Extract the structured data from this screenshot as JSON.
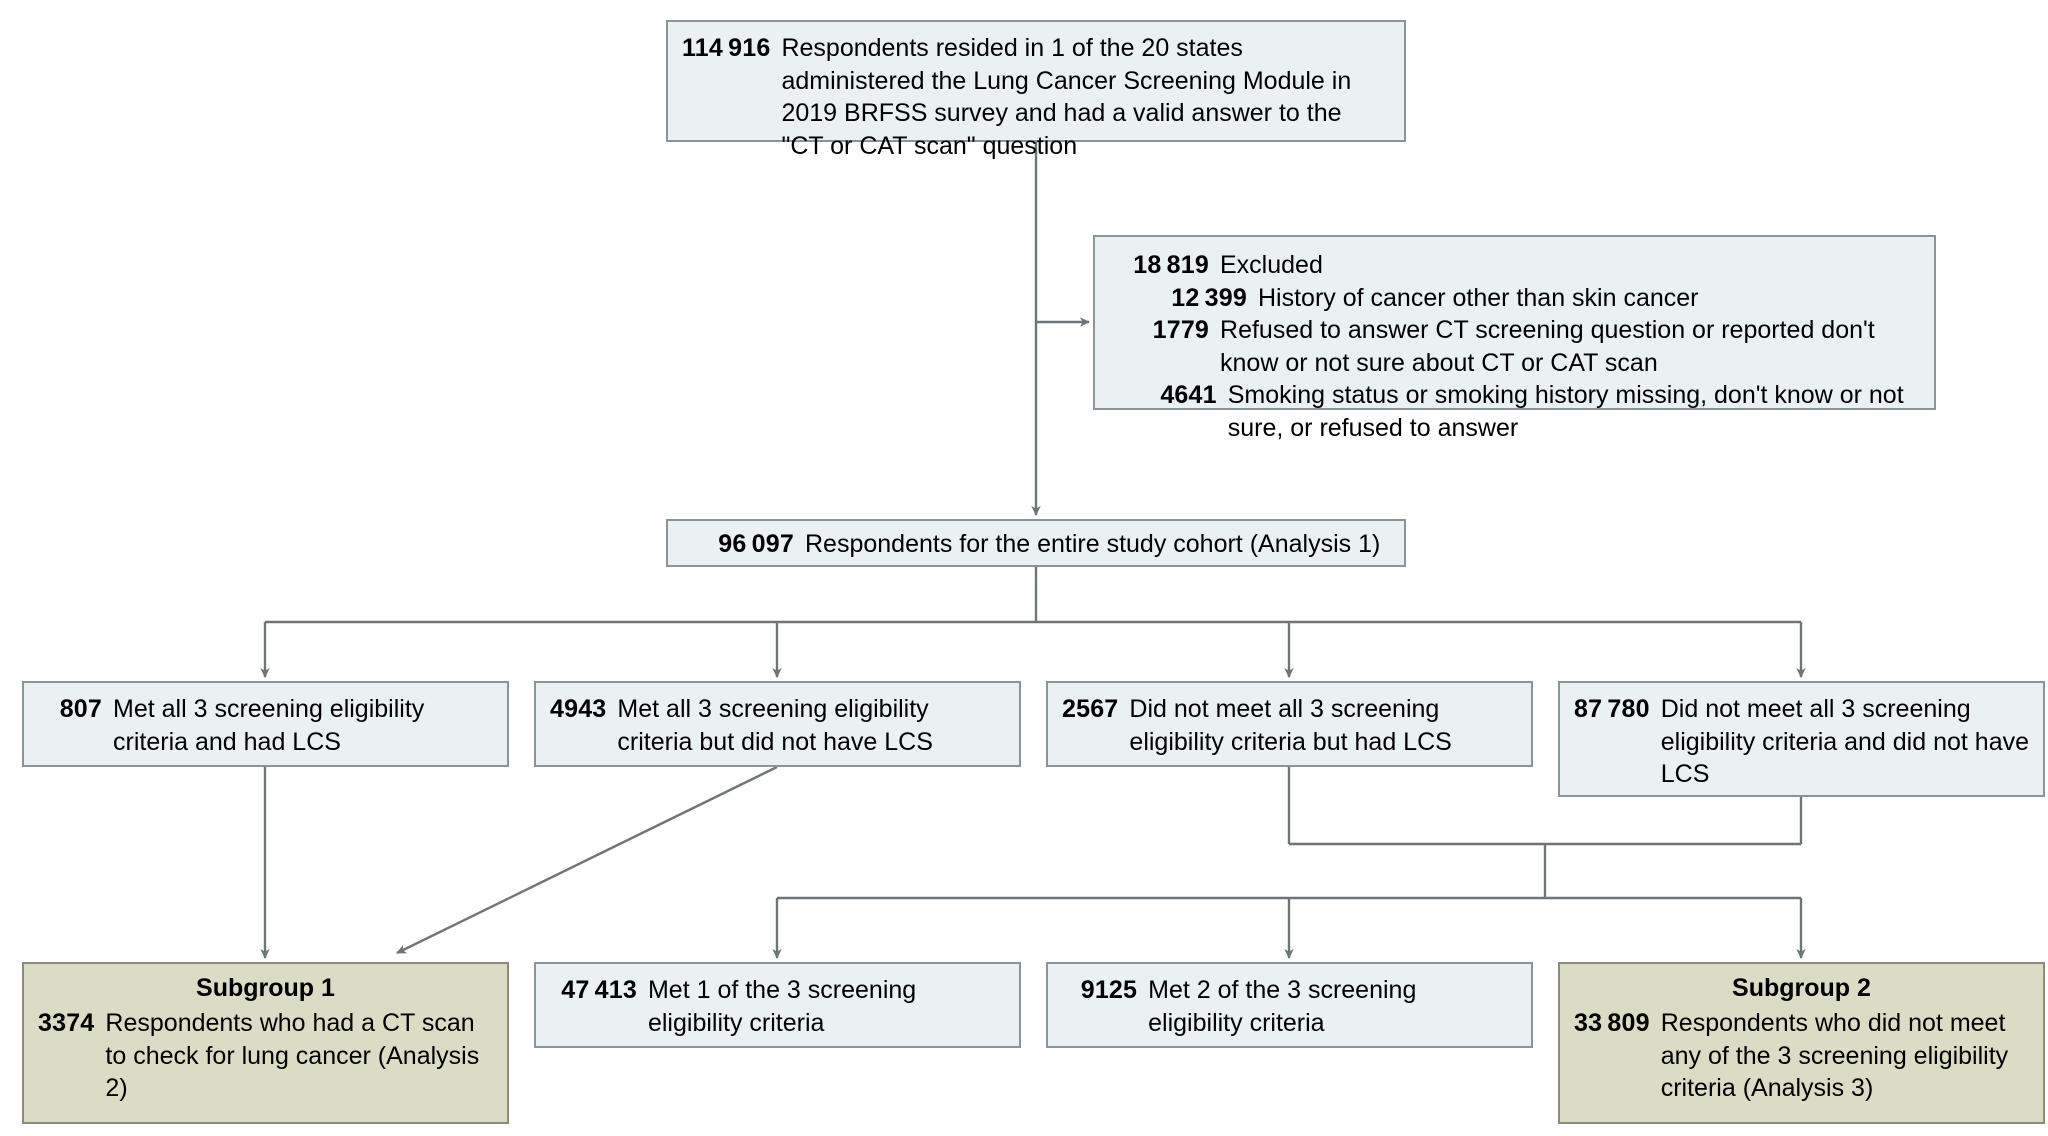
{
  "colors": {
    "box_fill": "#e9f1f2",
    "box_border": "#8a9499",
    "subgroup_fill": "#dadcc4",
    "subgroup_border": "#8c8c7a",
    "connector": "#6e7579",
    "text": "#000000"
  },
  "nodes": {
    "total": {
      "count": "114 916",
      "text": "Respondents resided in 1 of the 20 states administered the Lung Cancer Screening Module in 2019 BRFSS survey and had a valid answer to the \"CT or CAT scan\" question"
    },
    "excluded": {
      "count": "18 819",
      "text": "Excluded",
      "reasons": [
        {
          "count": "12 399",
          "text": "History of cancer other than skin cancer"
        },
        {
          "count": "1779",
          "text": "Refused to answer CT screening question or reported don't know or not sure about CT or CAT scan"
        },
        {
          "count": "4641",
          "text": "Smoking status or smoking history missing, don't know or not sure, or refused to answer"
        }
      ]
    },
    "cohort": {
      "count": "96 097",
      "text": "Respondents for the entire study cohort (Analysis 1)"
    },
    "mid1": {
      "count": "807",
      "text": "Met all 3 screening eligibility criteria and had LCS"
    },
    "mid2": {
      "count": "4943",
      "text": "Met all 3 screening eligibility criteria but did not have LCS"
    },
    "mid3": {
      "count": "2567",
      "text": "Did not meet all 3 screening eligibility criteria but had LCS"
    },
    "mid4": {
      "count": "87 780",
      "text": "Did not meet all 3 screening eligibility  criteria and did not have LCS"
    },
    "subgroup1": {
      "title": "Subgroup 1",
      "count": "3374",
      "text": "Respondents who had a CT scan to check for lung cancer (Analysis 2)"
    },
    "bottom2": {
      "count": "47 413",
      "text": "Met 1 of the 3 screening eligibility criteria"
    },
    "bottom3": {
      "count": "9125",
      "text": "Met 2 of the 3 screening eligibility criteria"
    },
    "subgroup2": {
      "title": "Subgroup 2",
      "count": "33 809",
      "text": "Respondents who did not meet any of the 3 screening eligibility criteria (Analysis 3)"
    }
  }
}
